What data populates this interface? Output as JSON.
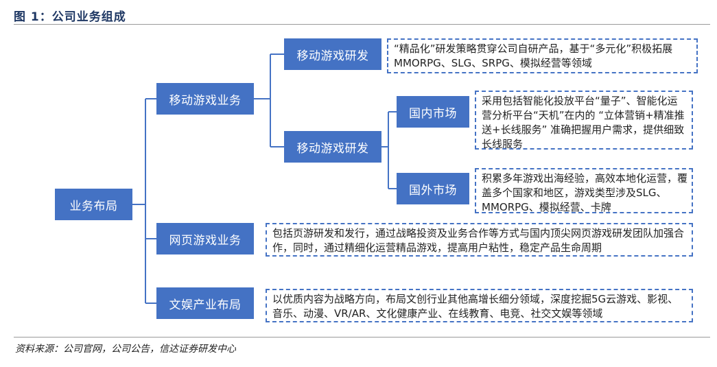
{
  "header": {
    "title": "图 1：公司业务组成"
  },
  "diagram": {
    "root": "业务布局",
    "branches": {
      "mobile": "移动游戏业务",
      "web": "网页游戏业务",
      "culture": "文娱产业布局"
    },
    "mobile_children": {
      "rd": "移动游戏研发",
      "publishing": "移动游戏研发"
    },
    "publishing_children": {
      "domestic": "国内市场",
      "overseas": "国外市场"
    },
    "descriptions": {
      "rd": "“精品化”研发策略贯穿公司自研产品，基于“多元化”积极拓展MMORPG、SLG、SRPG、模拟经营等领域",
      "domestic": "采用包括智能化投放平台“量子”、智能化运营分析平台“天机”在内的 “立体营销+精准推送+长线服务” 准确把握用户需求，提供细致长线服务",
      "overseas": "积累多年游戏出海经验，高效本地化运营，覆盖多个国家和地区，游戏类型涉及SLG、MMORPG、模拟经营、卡牌",
      "web": "包括页游研发和发行，通过战略投资及业务合作等方式与国内顶尖网页游戏研发团队加强合作，同时，通过精细化运营精品游戏，提高用户粘性，稳定产品生命周期",
      "culture": "以优质内容为战略方向，布局文创行业其他高增长细分领域，深度挖掘5G云游戏、影视、音乐、动漫、VR/AR、文化健康产业、在线教育、电竞、社交文娱等领域"
    }
  },
  "footer": {
    "source": "资料来源：公司官网，公司公告，信达证券研发中心"
  },
  "colors": {
    "node": "#4472c4",
    "line": "#4472c4",
    "border": "#4472c4"
  }
}
